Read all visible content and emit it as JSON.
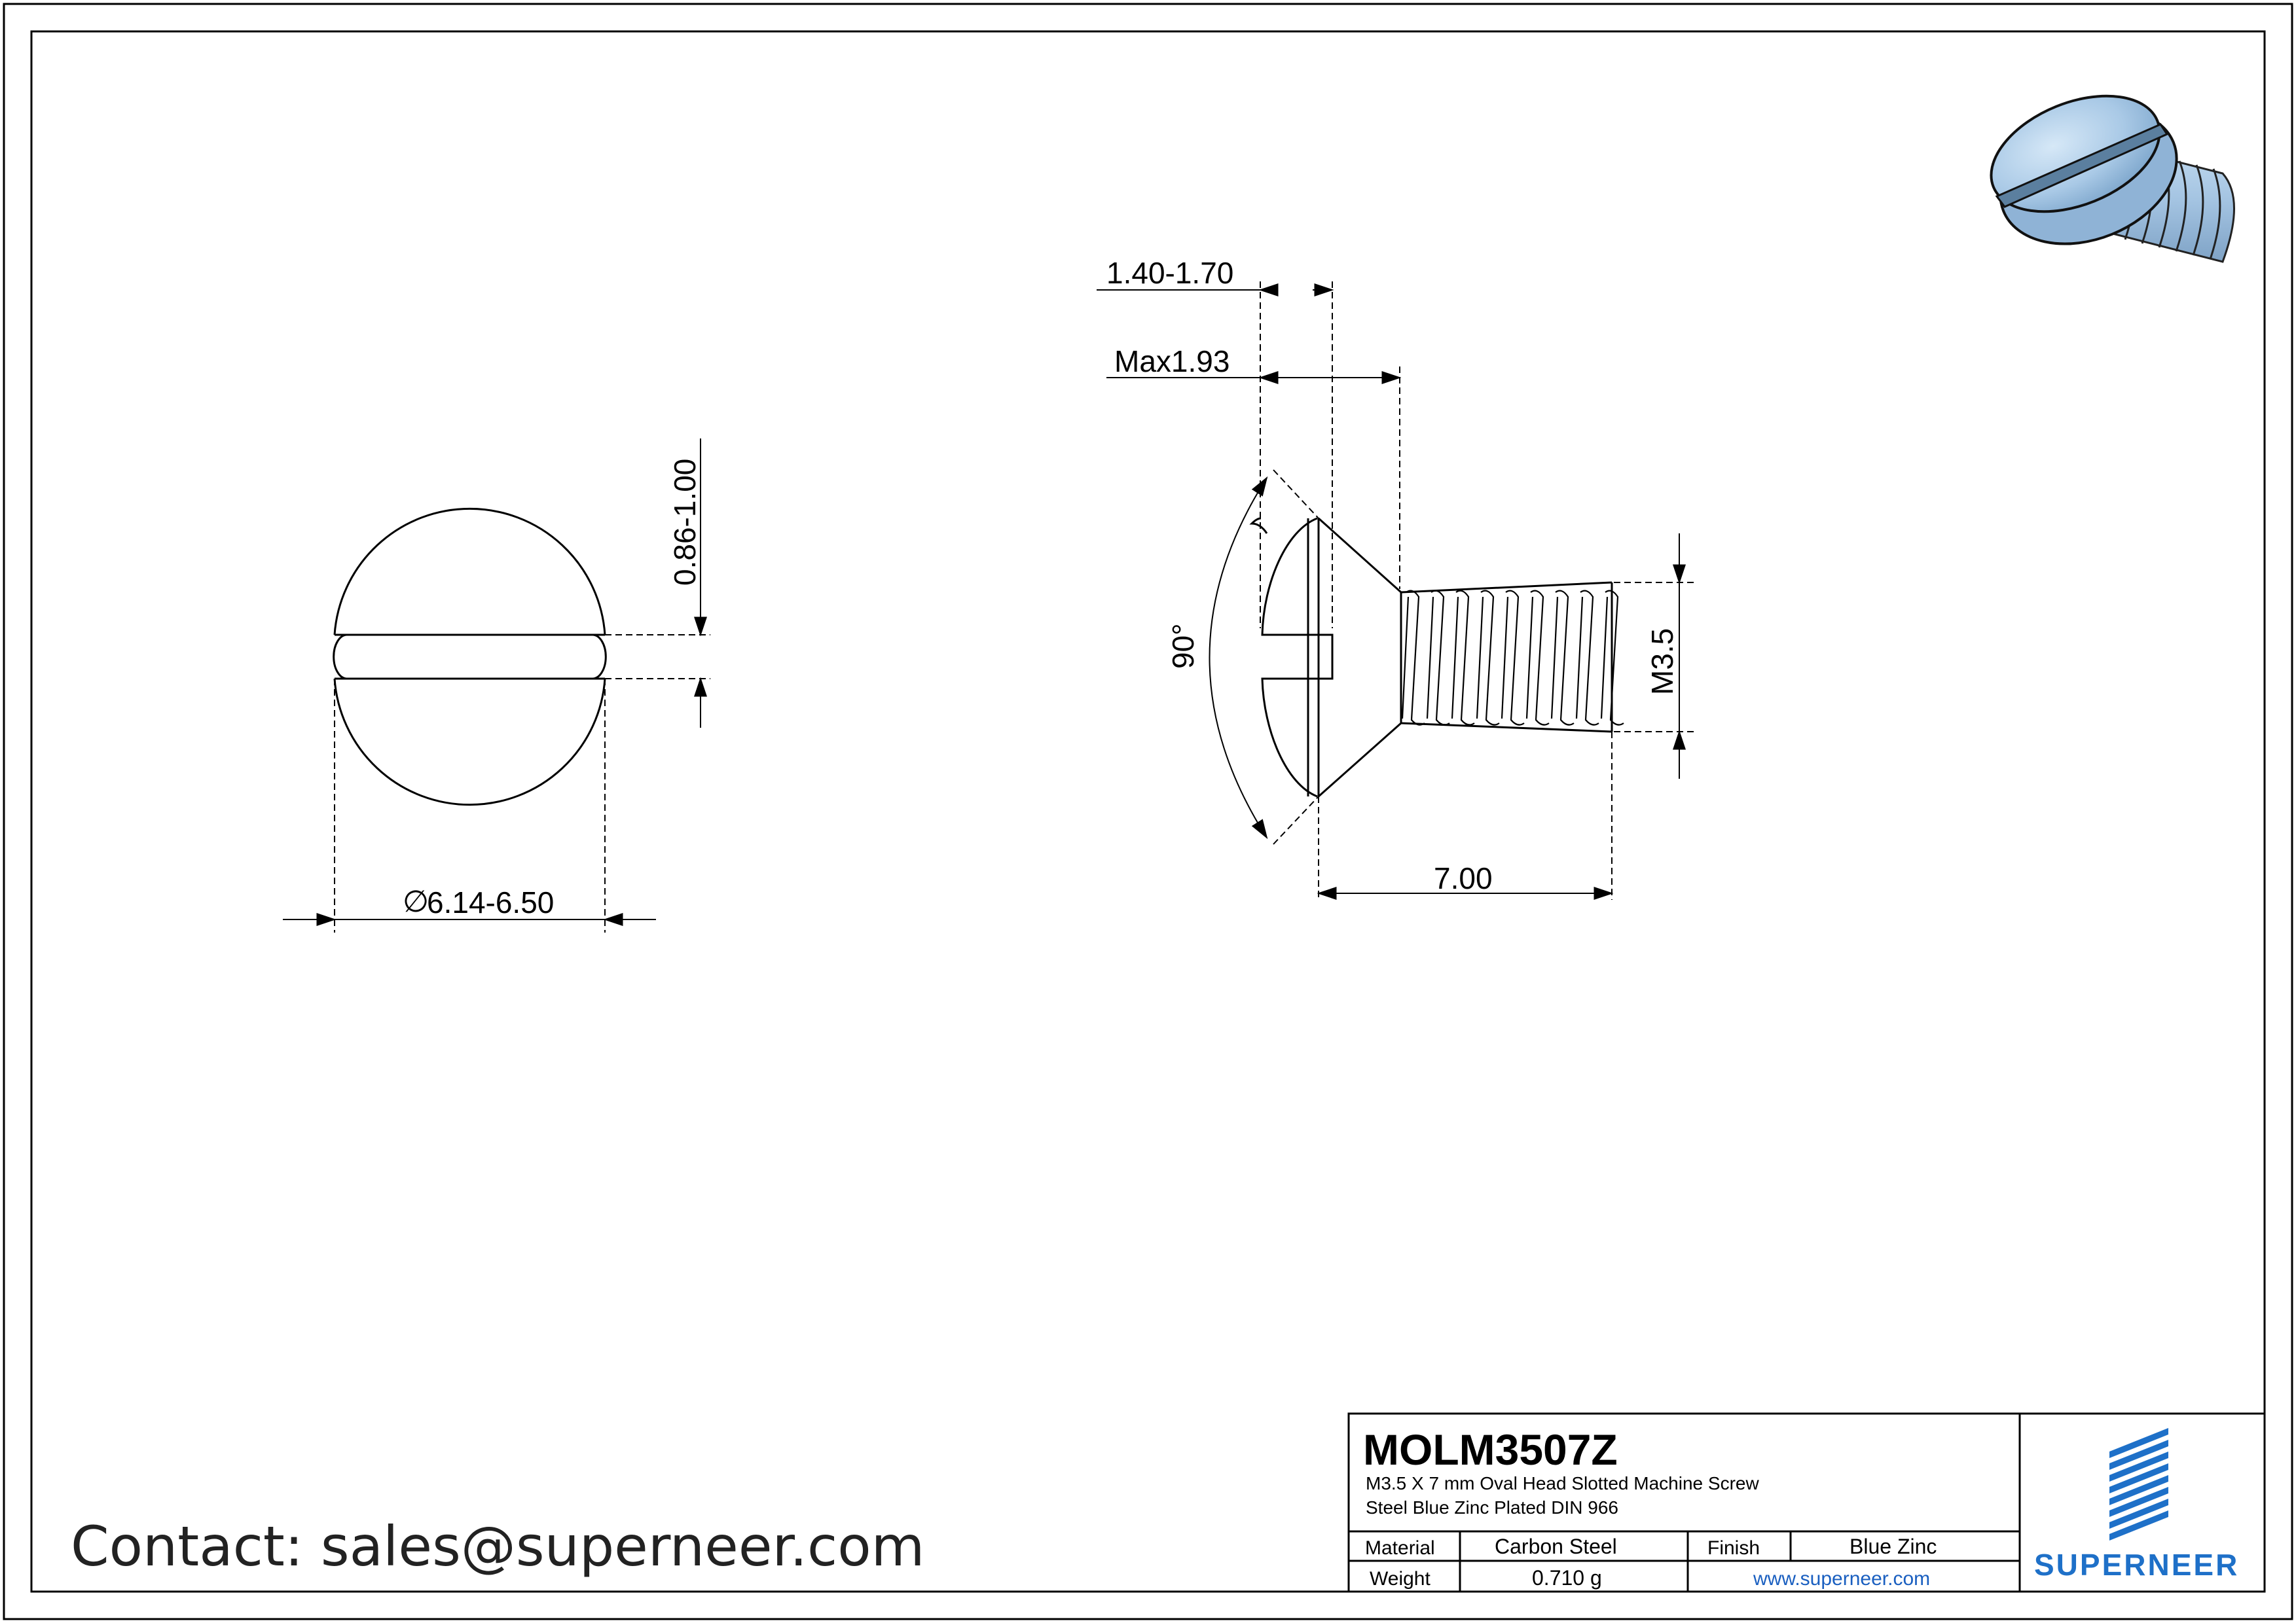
{
  "dimensions": {
    "slot_width_tol": "1.40-1.70",
    "head_height_max": "Max1.93",
    "slot_depth": "0.86-1.00",
    "head_angle": "90°",
    "thread_size": "M3.5",
    "length": "7.00",
    "diameter_symbol": "∅",
    "head_diameter": "6.14-6.50"
  },
  "contact": "Contact: sales@superneer.com",
  "title_block": {
    "part_number": "MOLM3507Z",
    "description_line1": "M3.5 X 7 mm  Oval Head Slotted Machine Screw",
    "description_line2": "Steel Blue Zinc Plated DIN 966",
    "material_label": "Material",
    "material_value": "Carbon Steel",
    "finish_label": "Finish",
    "finish_value": "Blue Zinc",
    "weight_label": "Weight",
    "weight_value": "0.710 g",
    "website": "www.superneer.com",
    "brand": "SUPERNEER"
  },
  "colors": {
    "brand_blue": "#1e70c8",
    "render_blue": "#a9c9e6"
  },
  "icons": {
    "brand_logo": "stacked-diagonal-stripes-logo",
    "screw_render": "oval-head-slotted-screw-3d"
  }
}
